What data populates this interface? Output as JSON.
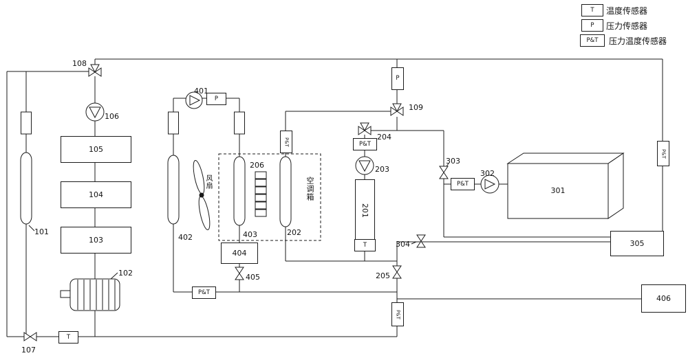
{
  "legend": {
    "items": [
      {
        "symbol": "T",
        "label": "温度传感器"
      },
      {
        "symbol": "P",
        "label": "压力传感器"
      },
      {
        "symbol": "P&T",
        "label": "压力温度传感器"
      }
    ]
  },
  "sensors": {
    "T": "T",
    "P": "P",
    "PT": "P&T"
  },
  "labels": {
    "101": "101",
    "102": "102",
    "103": "103",
    "104": "104",
    "105": "105",
    "106": "106",
    "107": "107",
    "108": "108",
    "109": "109",
    "201": "201",
    "202": "202",
    "203": "203",
    "204": "204",
    "205": "205",
    "206": "206",
    "301": "301",
    "302": "302",
    "303": "303",
    "304": "304",
    "305": "305",
    "401": "401",
    "402": "402",
    "403": "403",
    "404": "404",
    "405": "405",
    "406": "406"
  },
  "texts": {
    "fan": "风扇",
    "air_handling_box": "空调箱"
  },
  "colors": {
    "line": "#1a1a1a",
    "background": "#ffffff"
  }
}
